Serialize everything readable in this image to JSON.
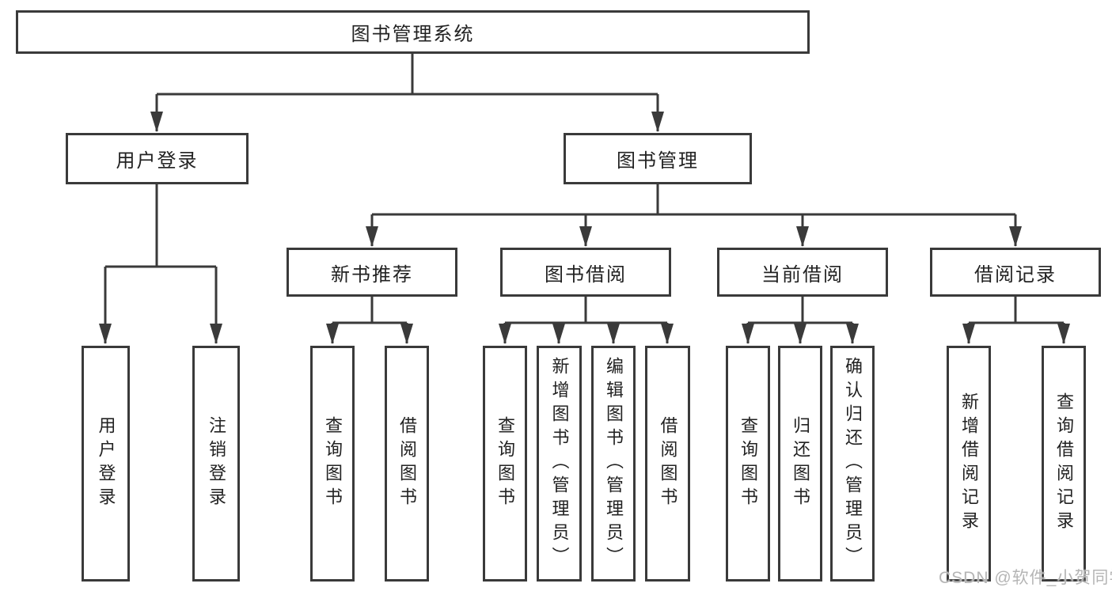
{
  "tree": {
    "label": "图书管理系统",
    "children": [
      {
        "label": "用户登录",
        "children": [
          {
            "label": "用户登录"
          },
          {
            "label": "注销登录"
          }
        ]
      },
      {
        "label": "图书管理",
        "children": [
          {
            "label": "新书推荐",
            "children": [
              {
                "label": "查询图书"
              },
              {
                "label": "借阅图书"
              }
            ]
          },
          {
            "label": "图书借阅",
            "children": [
              {
                "label": "查询图书"
              },
              {
                "label": "新增图书（管理员）"
              },
              {
                "label": "编辑图书（管理员）"
              },
              {
                "label": "借阅图书"
              }
            ]
          },
          {
            "label": "当前借阅",
            "children": [
              {
                "label": "查询图书"
              },
              {
                "label": "归还图书"
              },
              {
                "label": "确认归还（管理员）"
              }
            ]
          },
          {
            "label": "借阅记录",
            "children": [
              {
                "label": "新增借阅记录"
              },
              {
                "label": "查询借阅记录"
              }
            ]
          }
        ]
      }
    ]
  },
  "watermark": {
    "text": "CSDN @软件_小贺同学"
  },
  "colors": {
    "line": "#3a3a3a",
    "box_border": "#3a3a3a",
    "box_fill": "#ffffff",
    "text": "#222222",
    "watermark": "#b5b5b5",
    "background": "#ffffff"
  }
}
